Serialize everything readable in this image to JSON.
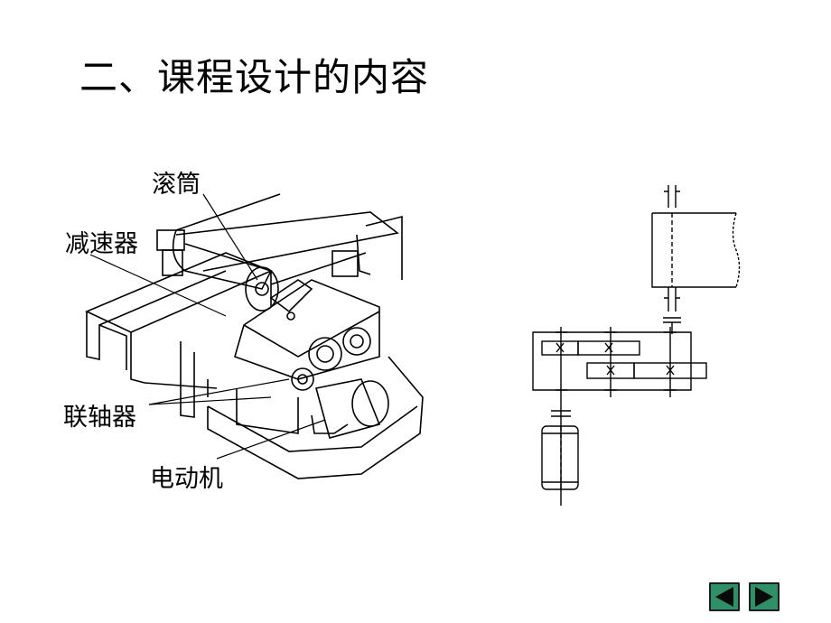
{
  "title": "二、课程设计的内容",
  "labels": {
    "drum": "滚筒",
    "reducer": "减速器",
    "coupling": "联轴器",
    "motor": "电动机"
  },
  "navigation": {
    "prev_icon": "triangle-left-icon",
    "next_icon": "triangle-right-icon",
    "button_color": "#2f8f66"
  }
}
